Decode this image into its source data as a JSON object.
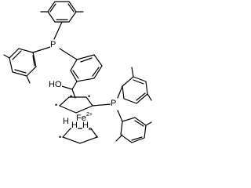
{
  "molecule": {
    "atoms": {
      "p_top": "P",
      "p_right": "P",
      "hydroxyl": "HO",
      "iron": "Fe",
      "h_left": "H",
      "h_right": "H",
      "h_center": "H"
    },
    "charges": {
      "iron_charge": "2+",
      "hydride_charge": "–"
    },
    "radical_marker": "•"
  }
}
